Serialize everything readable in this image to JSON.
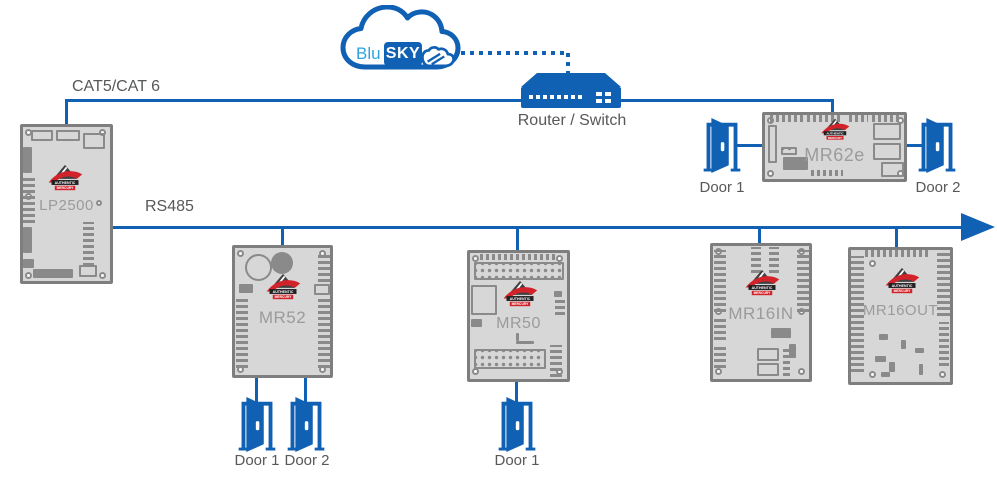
{
  "colors": {
    "primary_blue": "#1060b4",
    "light_blue": "#2fa3e0",
    "mercury_red": "#d2232a",
    "board_gray": "#d7d7d7",
    "board_border_gray": "#7e7e7e",
    "label_gray": "#57585a",
    "board_label_gray": "#9b9b9b"
  },
  "cloud": {
    "brand_prefix": "Blu",
    "brand_suffix": "SKY"
  },
  "network": {
    "cat_cable_label": "CAT5/CAT 6",
    "bus_label": "RS485",
    "router_label": "Router / Switch"
  },
  "mercury_logo": {
    "line1": "AUTHENTIC",
    "line2": "MERCURY"
  },
  "boards": {
    "lp2500": {
      "label": "LP2500"
    },
    "mr52": {
      "label": "MR52"
    },
    "mr50": {
      "label": "MR50"
    },
    "mr16in": {
      "label": "MR16IN"
    },
    "mr16out": {
      "label": "MR16OUT"
    },
    "mr62e": {
      "label": "MR62e"
    }
  },
  "doors": {
    "mr52": [
      "Door 1",
      "Door 2"
    ],
    "mr50": [
      "Door 1"
    ],
    "mr62e": [
      "Door 1",
      "Door 2"
    ]
  }
}
